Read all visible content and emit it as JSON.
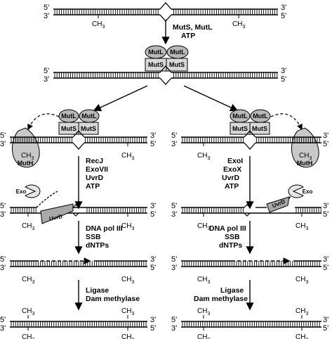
{
  "strand_ends": {
    "five": "5'",
    "three": "3'"
  },
  "methyl": {
    "main": "CH",
    "sub": "3"
  },
  "steps": {
    "recognition": [
      "MutS, MutL",
      "ATP"
    ],
    "excision_left": [
      "RecJ",
      "ExoVII",
      "UvrD",
      "ATP"
    ],
    "excision_right": [
      "ExoI",
      "ExoX",
      "UvrD",
      "ATP"
    ],
    "synthesis": [
      "DNA pol III",
      "SSB",
      "dNTPs"
    ],
    "ligation": [
      "Ligase",
      "Dam methylase"
    ]
  },
  "proteins": {
    "mutl": "MutL",
    "muts": "MutS",
    "muth": "MutH",
    "exo": "Exo",
    "uvrd": "UvrD"
  },
  "colors": {
    "protein_fill": "#b8b8b8",
    "protein_light": "#d8d8d8",
    "line": "#000000"
  }
}
